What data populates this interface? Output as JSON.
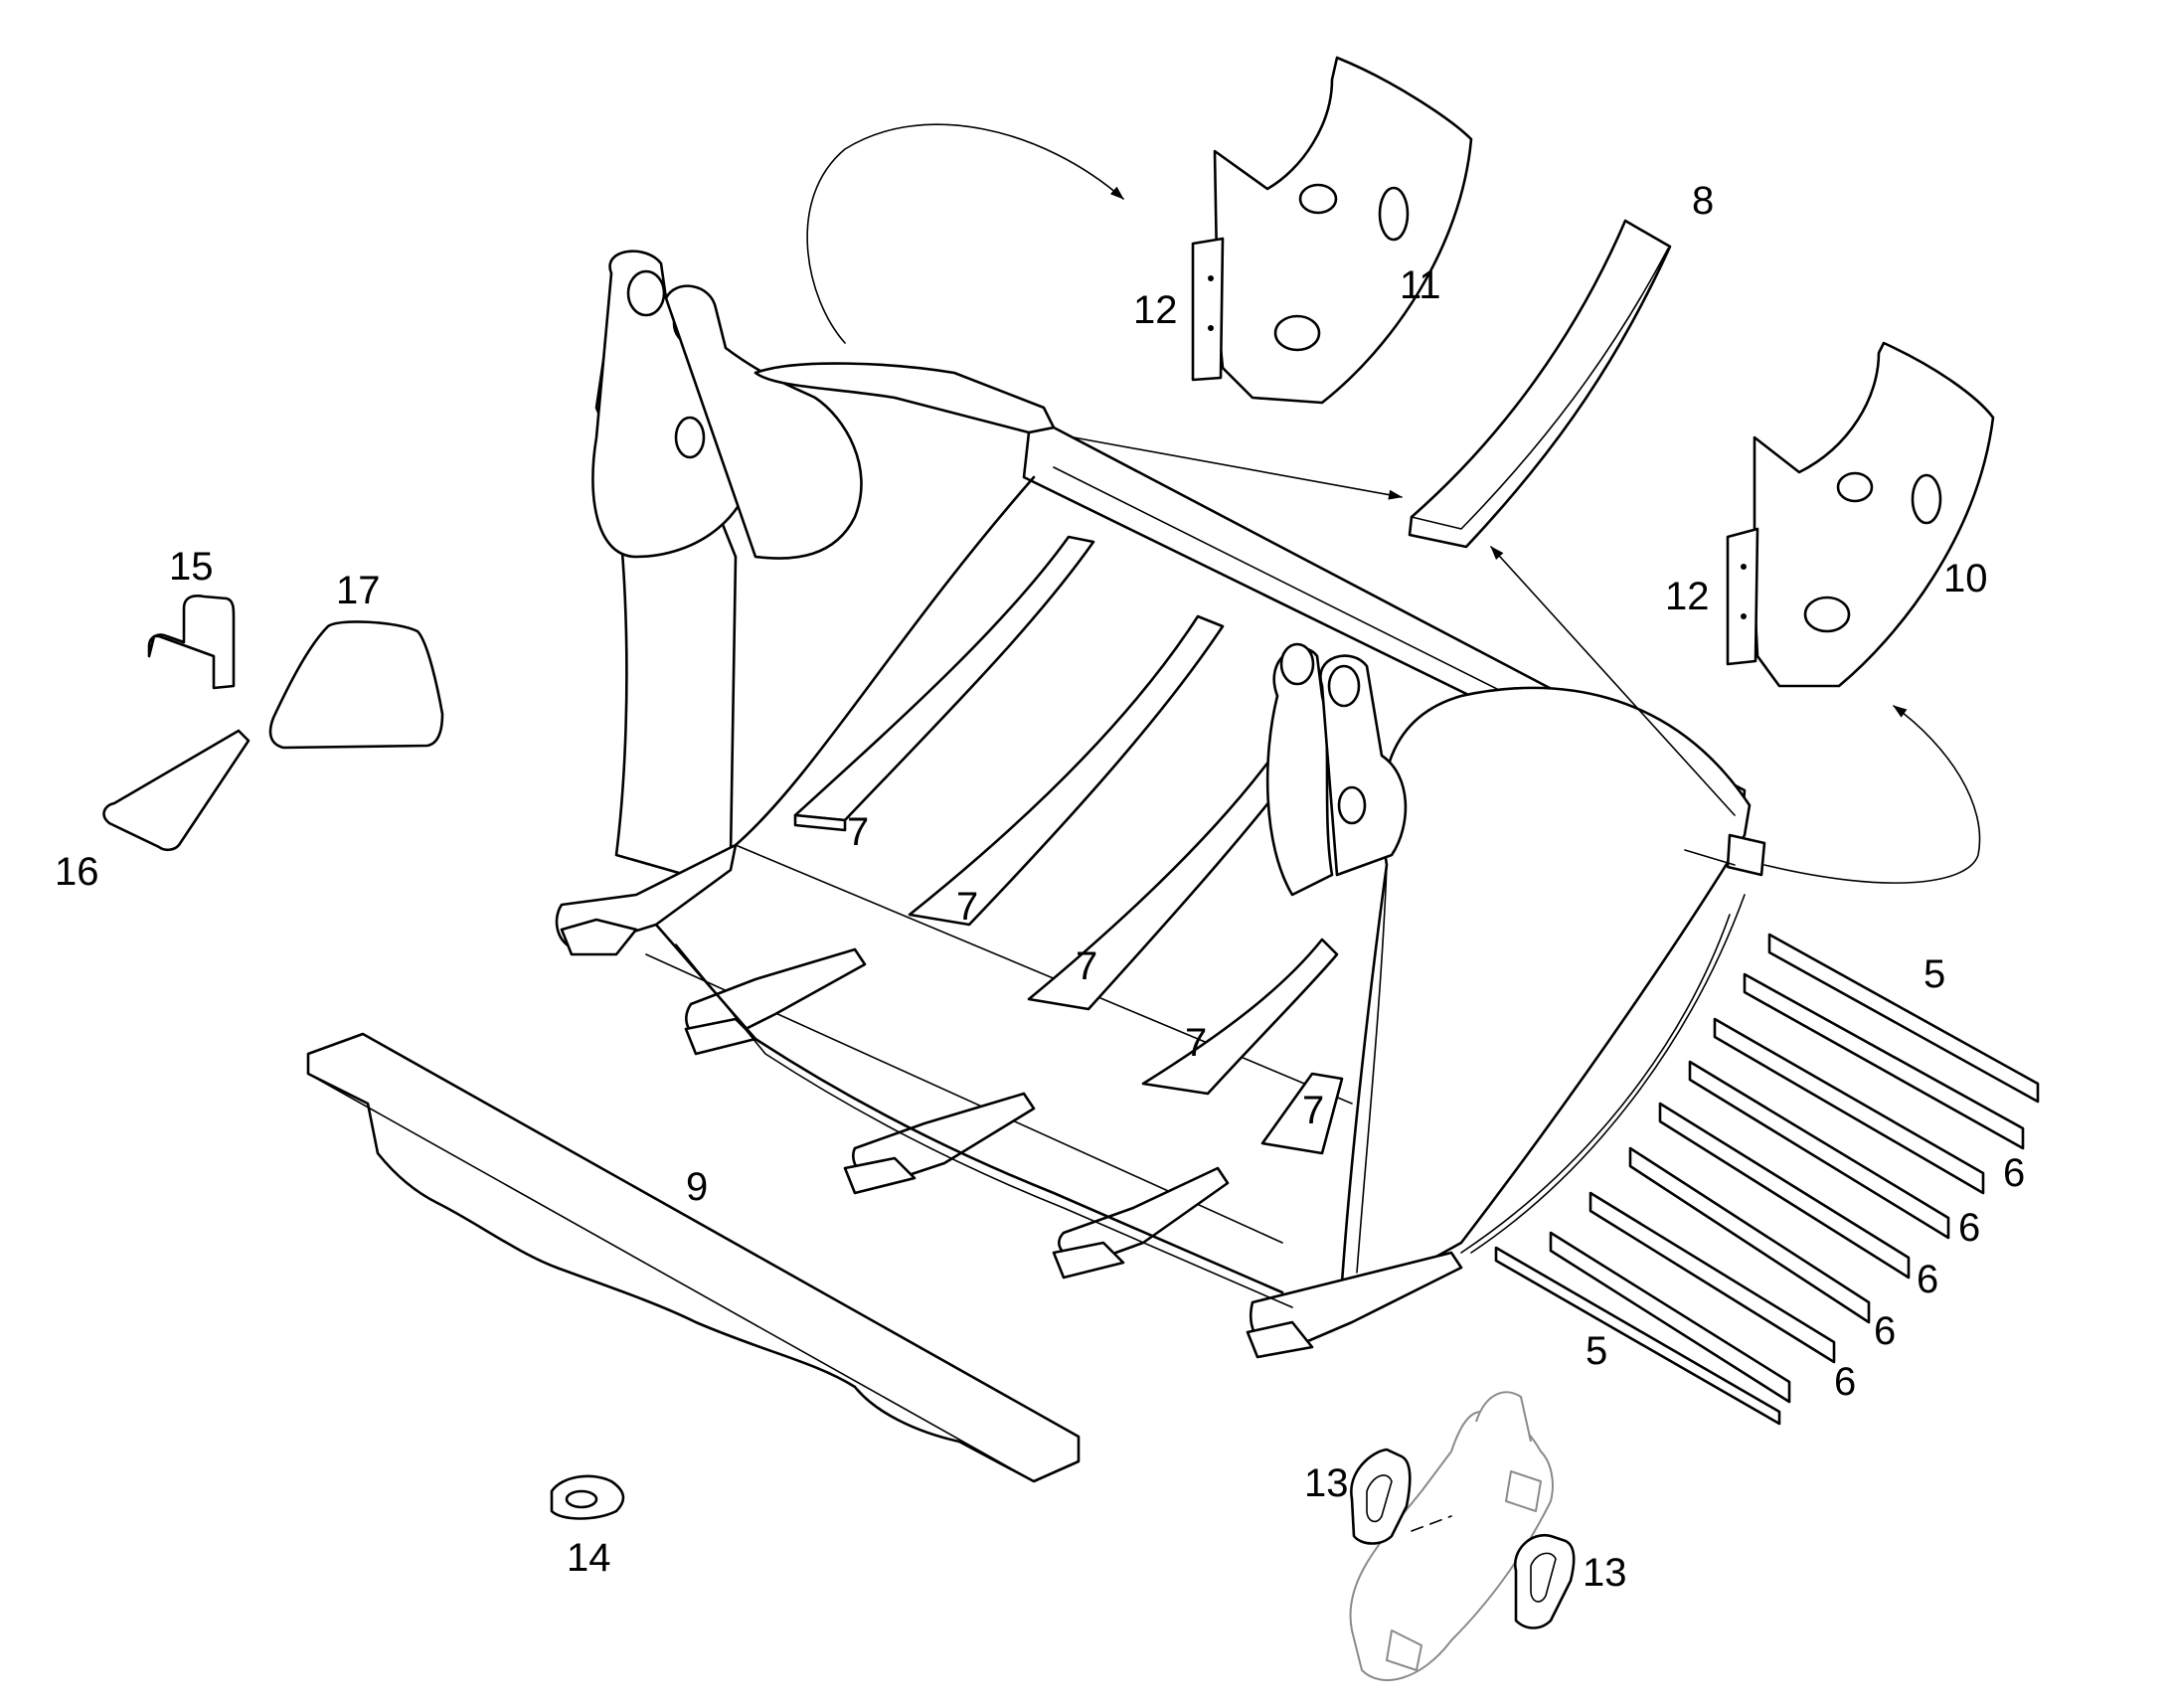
{
  "diagram": {
    "callouts": [
      {
        "id": "c5a",
        "text": "5"
      },
      {
        "id": "c5b",
        "text": "5"
      },
      {
        "id": "c6a",
        "text": "6"
      },
      {
        "id": "c6b",
        "text": "6"
      },
      {
        "id": "c6c",
        "text": "6"
      },
      {
        "id": "c6d",
        "text": "6"
      },
      {
        "id": "c6e",
        "text": "6"
      },
      {
        "id": "c7a",
        "text": "7"
      },
      {
        "id": "c7b",
        "text": "7"
      },
      {
        "id": "c7c",
        "text": "7"
      },
      {
        "id": "c7d",
        "text": "7"
      },
      {
        "id": "c7e",
        "text": "7"
      },
      {
        "id": "c8",
        "text": "8"
      },
      {
        "id": "c9",
        "text": "9"
      },
      {
        "id": "c10",
        "text": "10"
      },
      {
        "id": "c11",
        "text": "11"
      },
      {
        "id": "c12a",
        "text": "12"
      },
      {
        "id": "c12b",
        "text": "12"
      },
      {
        "id": "c13a",
        "text": "13"
      },
      {
        "id": "c13b",
        "text": "13"
      },
      {
        "id": "c14",
        "text": "14"
      },
      {
        "id": "c15",
        "text": "15"
      },
      {
        "id": "c16",
        "text": "16"
      },
      {
        "id": "c17",
        "text": "17"
      }
    ]
  }
}
